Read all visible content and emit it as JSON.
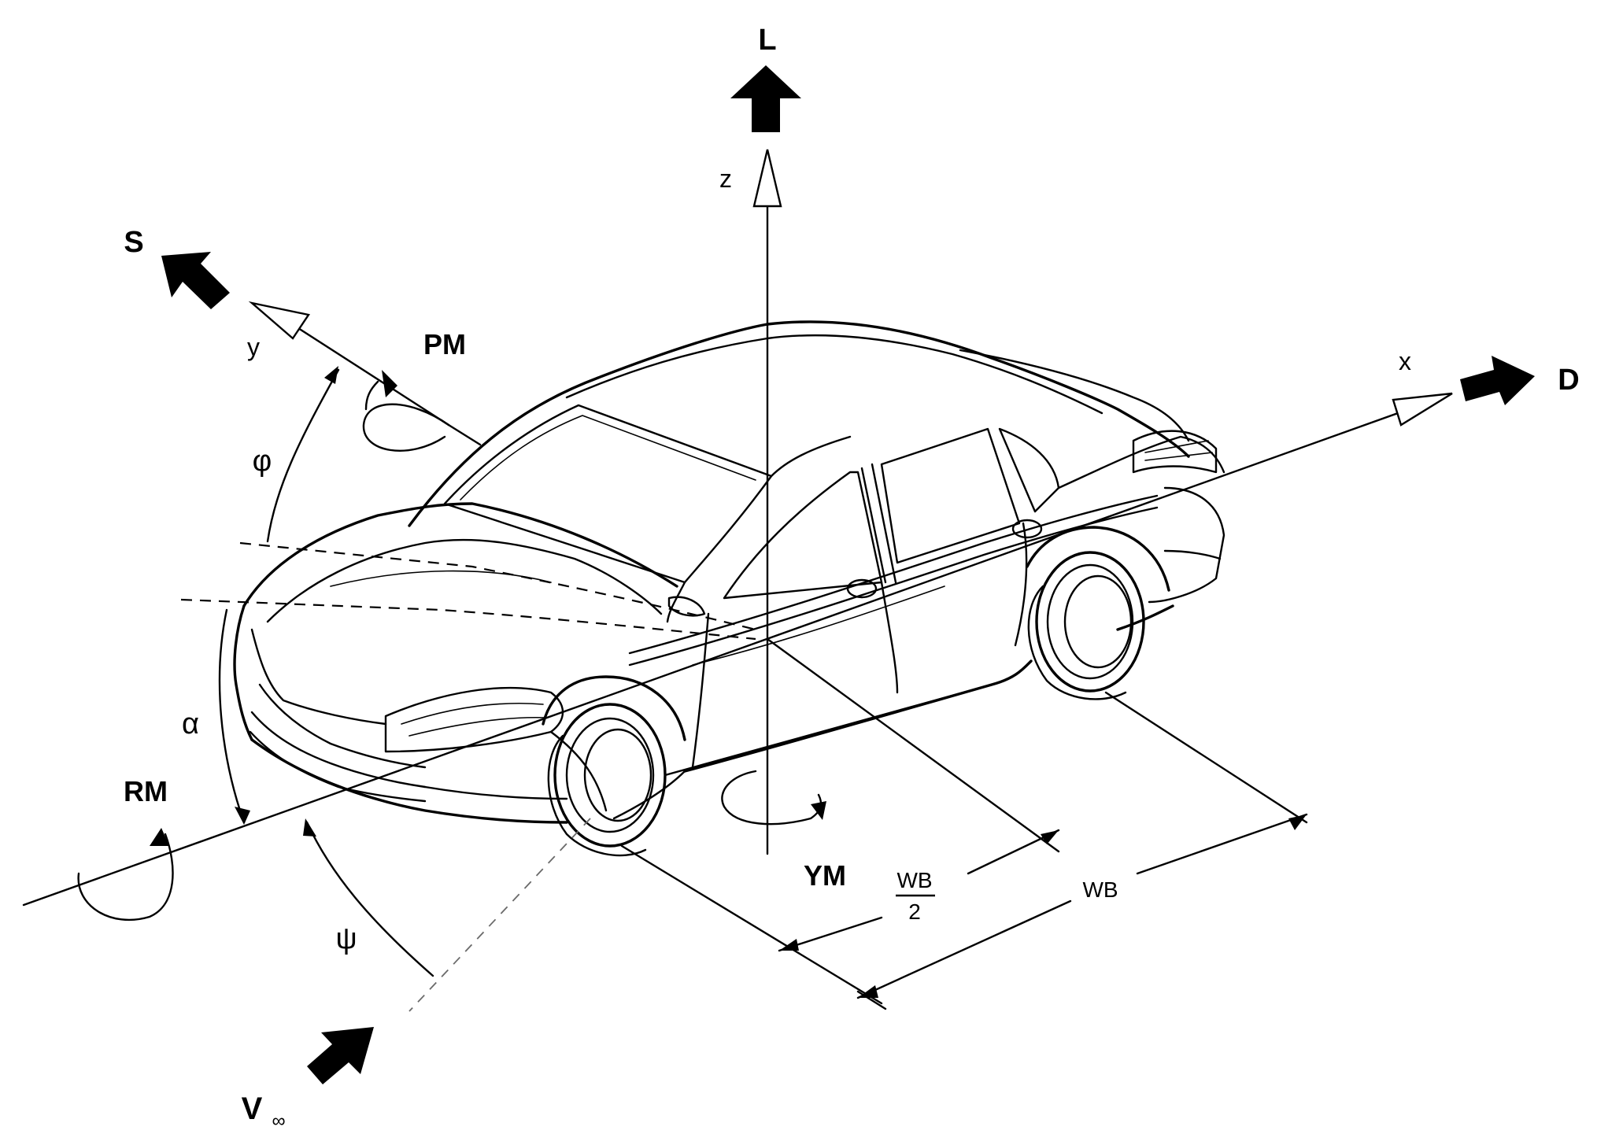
{
  "labels": {
    "lift": "L",
    "side": "S",
    "drag": "D",
    "velocity": "V",
    "velocity_sub": "∞",
    "pitch_moment": "PM",
    "roll_moment": "RM",
    "yaw_moment": "YM",
    "axis_x": "x",
    "axis_y": "y",
    "axis_z": "z",
    "angle_phi": "φ",
    "angle_alpha": "α",
    "angle_psi": "ψ",
    "half_wb_num": "WB",
    "half_wb_den": "2",
    "wheelbase": "WB"
  },
  "colors": {
    "ink": "#000000",
    "paper": "#ffffff"
  },
  "icons": {
    "force_arrow": "solid-block-arrow",
    "axis_arrow": "open-arrowhead",
    "moment_arrow": "curved-arrow"
  }
}
